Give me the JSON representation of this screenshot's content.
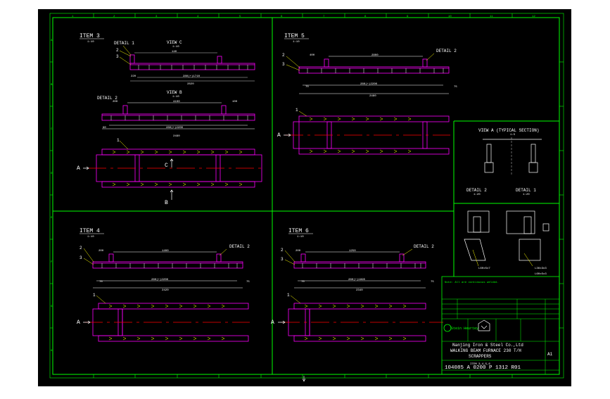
{
  "colors": {
    "background": "#000000",
    "frame": "#00ff00",
    "part": "#ff00ff",
    "centerline": "#ff0000",
    "text": "#ffffff",
    "leader": "#ffff00"
  },
  "items": {
    "item3": {
      "title": "ITEM 3",
      "scale": "1:10",
      "view_c": "VIEW C",
      "view_c_scale": "1:10",
      "view_b": "VIEW B",
      "view_b_scale": "1:10",
      "detail1": "DETAIL 1",
      "detail2": "DETAIL 2",
      "mark2": "2",
      "mark3": "3",
      "mark1": "1",
      "dims_c": [
        "140",
        "280(+)1710",
        "2820",
        "220"
      ],
      "dims_b": [
        "200",
        "4100",
        "280(+)2200",
        "2490",
        "90",
        "100"
      ],
      "section_a": "A",
      "arrow_c": "C",
      "arrow_b": "B"
    },
    "item5": {
      "title": "ITEM 5",
      "scale": "1:10",
      "detail2": "DETAIL 2",
      "mark2": "2",
      "mark3": "3",
      "mark1": "1",
      "dims": [
        "400",
        "2800",
        "280(+)2200",
        "2480",
        "70",
        "75"
      ],
      "section_a": "A"
    },
    "item4": {
      "title": "ITEM 4",
      "scale": "1:10",
      "detail2": "DETAIL 2",
      "mark2": "2",
      "mark3": "3",
      "mark1": "1",
      "dims": [
        "200",
        "1400",
        "280(+)2200",
        "2420",
        "70",
        "75"
      ],
      "section_a": "A"
    },
    "item6": {
      "title": "ITEM 6",
      "scale": "1:10",
      "detail2": "DETAIL 2",
      "mark2": "2",
      "mark3": "3",
      "mark1": "1",
      "dims": [
        "200",
        "1250",
        "280(+)1995",
        "2340",
        "70",
        "75"
      ],
      "section_a": "A"
    }
  },
  "detail_panel": {
    "view_a": "VIEW A (TYPICAL SECTION)",
    "view_a_scale": "1:5",
    "detail2": "DETAIL 2",
    "detail2_scale": "1:20",
    "detail1": "DETAIL 1",
    "detail1_scale": "1:20",
    "weld_note_1": "L60x5x7",
    "weld_note_2": "L36x3x3",
    "weld_note_3": "L60x5x3"
  },
  "title_block": {
    "note": "Note:   All are continuous welded.",
    "company": "Nanjing Iron & Steel  Co.,Ltd",
    "project": "WALKING BEAM FURNACE 230 T/H",
    "drawing_title": "SCRAPPERS",
    "drawing_sub": "ITEM 3,4,5,6",
    "sheet": "A1",
    "drawing_number": "104085  A 0200  P 1312  R01",
    "logo_text": "Stein Heurtey"
  },
  "border_ticks_top": [
    "1",
    "2",
    "3",
    "4",
    "5",
    "6",
    "7",
    "8",
    "9",
    "10",
    "11",
    "12"
  ],
  "border_ticks_side": [
    "A",
    "B",
    "C",
    "D",
    "E",
    "F",
    "G",
    "H"
  ]
}
